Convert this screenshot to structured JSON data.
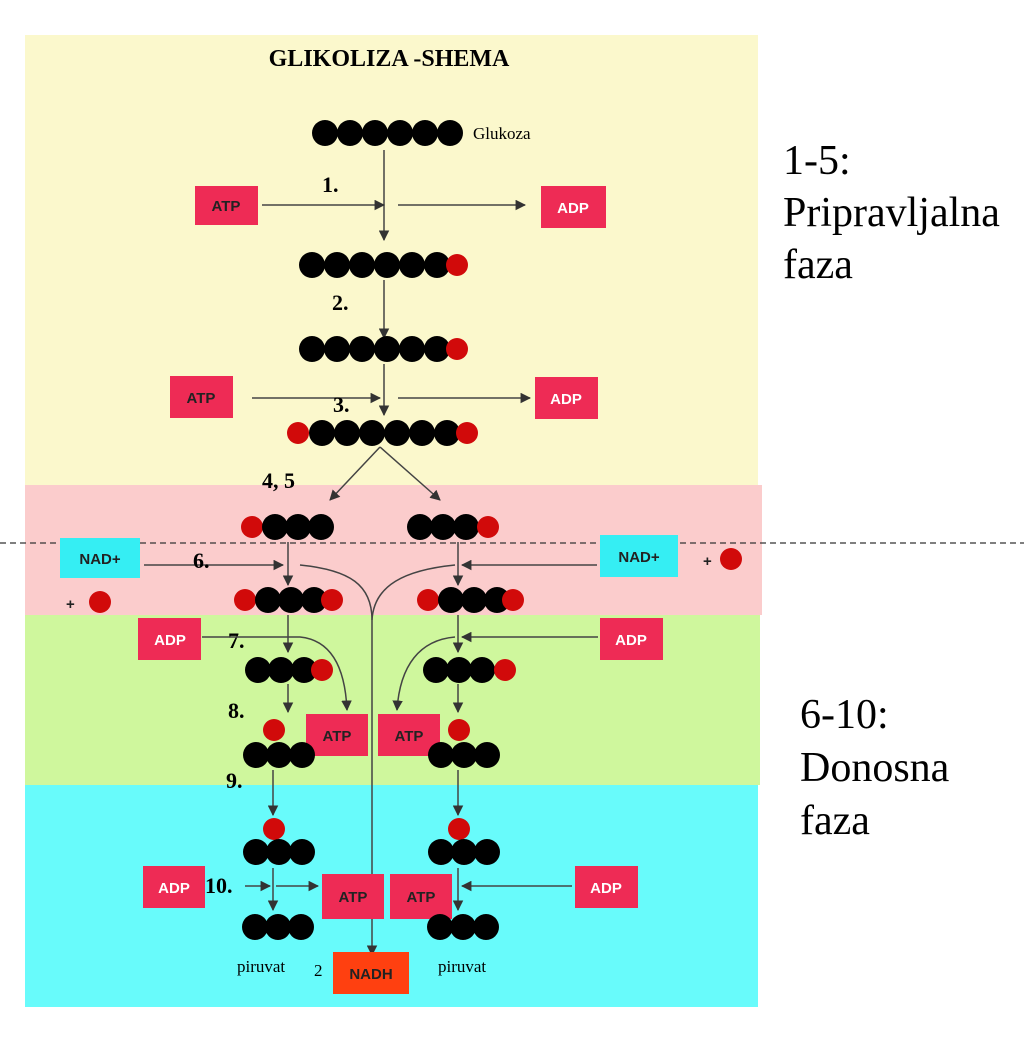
{
  "title": "GLIKOLIZA -SHEMA",
  "colors": {
    "prep_band": "#fbf8cc",
    "pink_band": "#fbcccc",
    "green_band": "#cff79d",
    "cyan_band": "#68fbfb",
    "carbon": "#000000",
    "phosphate": "#d10a0a",
    "atp_box": "#ee2b55",
    "nad_box": "#35eef3",
    "nadh_box": "#ff4010",
    "arrow": "#444444"
  },
  "molecules": {
    "glucose": "Glukoza",
    "pyruvate_left": "piruvat",
    "pyruvate_right": "piruvat"
  },
  "steps": {
    "s1": "1.",
    "s2": "2.",
    "s3": "3.",
    "s45": "4, 5",
    "s6": "6.",
    "s7": "7.",
    "s8": "8.",
    "s9": "9.",
    "s10": "10."
  },
  "boxes": {
    "atp": "ATP",
    "adp": "ADP",
    "nad": "NAD+",
    "nadh": "NADH",
    "nadh_count": "2",
    "plus_p": "+"
  },
  "phases": {
    "prep_range": "1-5:",
    "prep_name_1": "Pripravljalna",
    "prep_name_2": "faza",
    "payoff_range": "6-10:",
    "payoff_name_1": "Donosna",
    "payoff_name_2": "faza"
  }
}
